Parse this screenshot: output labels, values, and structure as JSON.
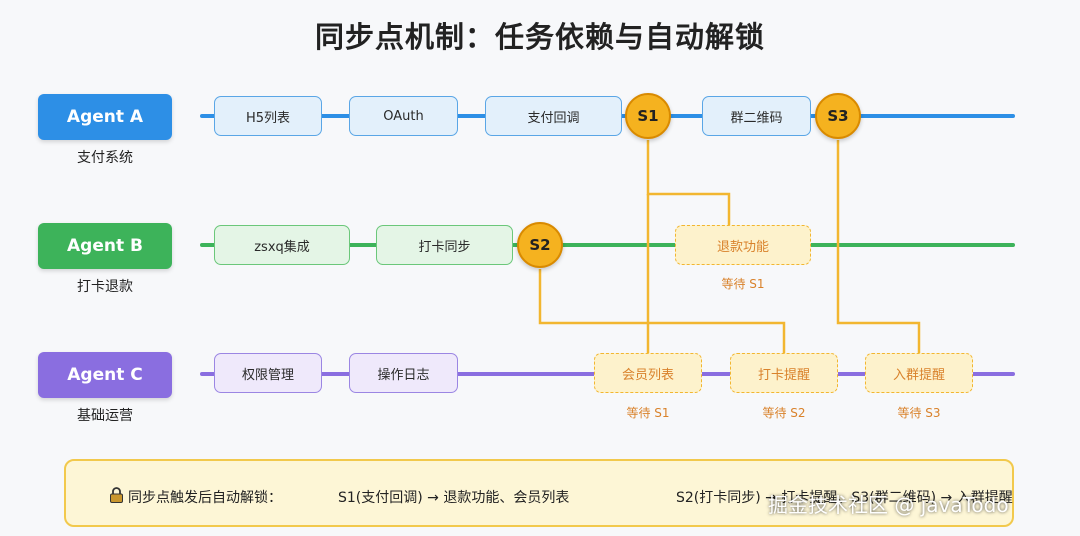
{
  "title": "同步点机制：任务依赖与自动解锁",
  "agents": [
    {
      "name": "Agent A",
      "subtitle": "支付系统",
      "color": "#2d8fe6"
    },
    {
      "name": "Agent B",
      "subtitle": "打卡退款",
      "color": "#3db35a"
    },
    {
      "name": "Agent C",
      "subtitle": "基础运营",
      "color": "#8a6ee0"
    }
  ],
  "lane_a": {
    "tasks": [
      "H5列表",
      "OAuth",
      "支付回调",
      "群二维码"
    ]
  },
  "lane_b": {
    "tasks": [
      "zsxq集成",
      "打卡同步"
    ],
    "locked": [
      {
        "label": "退款功能",
        "wait": "等待 S1"
      }
    ]
  },
  "lane_c": {
    "tasks": [
      "权限管理",
      "操作日志"
    ],
    "locked": [
      {
        "label": "会员列表",
        "wait": "等待 S1"
      },
      {
        "label": "打卡提醒",
        "wait": "等待 S2"
      },
      {
        "label": "入群提醒",
        "wait": "等待 S3"
      }
    ]
  },
  "sync_points": [
    "S1",
    "S2",
    "S3"
  ],
  "legend": {
    "intro": "同步点触发后自动解锁：",
    "rule1": "S1(支付回调) → 退款功能、会员列表",
    "rule2": "S2(打卡同步) → 打卡提醒、S3(群二维码) → 入群提醒"
  },
  "watermark": "掘金技术社区 @ javaTodo",
  "colors": {
    "agent_a": "#2d8fe6",
    "agent_b": "#3db35a",
    "agent_c": "#8a6ee0",
    "sync": "#f5b21f",
    "connector": "#f2b630"
  }
}
